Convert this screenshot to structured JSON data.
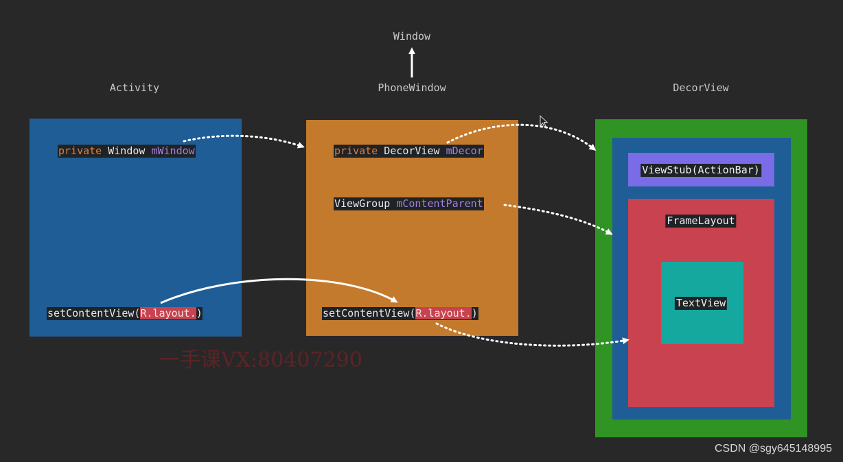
{
  "titles": {
    "window": "Window",
    "activity": "Activity",
    "phone_window": "PhoneWindow",
    "decor_view": "DecorView"
  },
  "activity": {
    "field_kw": "private",
    "field_type": "Window",
    "field_name": "mWindow",
    "method": "setContentView(",
    "arg": "R.layout.",
    "close": ")"
  },
  "phone_window": {
    "field1_kw": "private",
    "field1_type": "DecorView",
    "field1_name": "mDecor",
    "field2_type": "ViewGroup",
    "field2_name": "mContentParent",
    "method": "setContentView(",
    "arg": "R.layout.",
    "close": ")"
  },
  "decor": {
    "viewstub": "ViewStub(ActionBar)",
    "framelayout": "FrameLayout",
    "textview": "TextView"
  },
  "colors": {
    "background": "#282828",
    "activity_box": "#1f5d96",
    "phone_window_box": "#c47a2c",
    "decor_outer": "#2f9423",
    "decor_inner": "#1f5d96",
    "viewstub_box": "#7a6be6",
    "framelayout_box": "#c8424f",
    "textview_box": "#15a89f"
  },
  "watermark": "一手课VX:80407290",
  "credit": "CSDN @sgy645148995"
}
